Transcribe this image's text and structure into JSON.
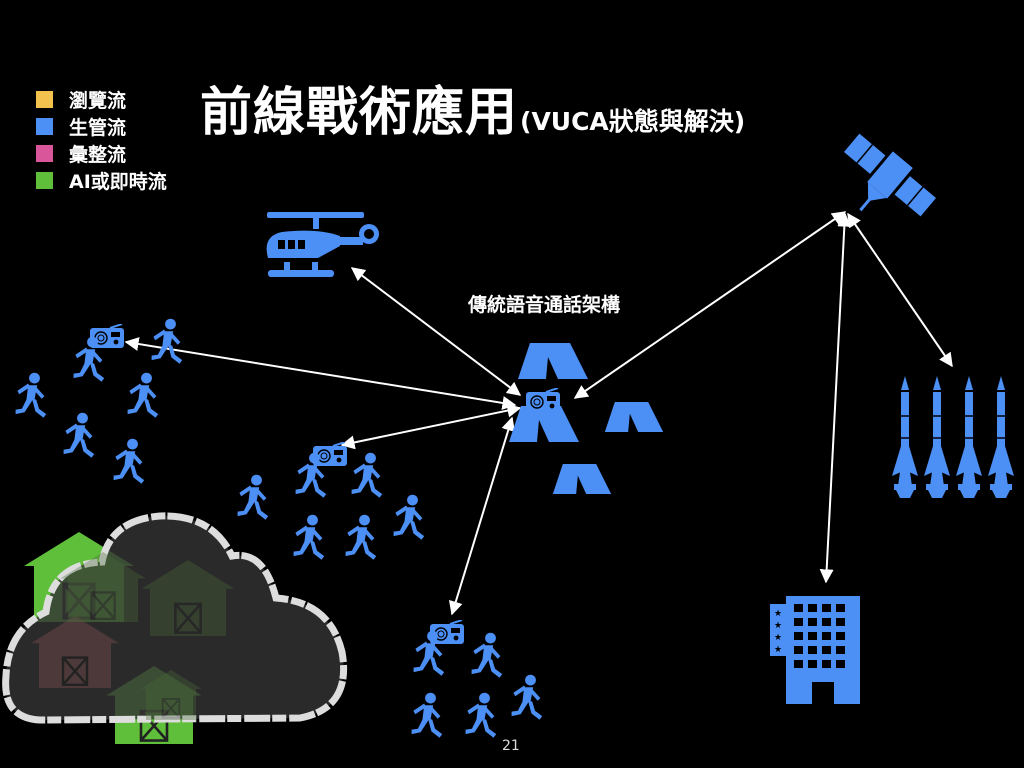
{
  "legend": [
    {
      "label": "瀏覽流",
      "color": "#f2c14e"
    },
    {
      "label": "生管流",
      "color": "#4c8ff5"
    },
    {
      "label": "彙整流",
      "color": "#d9569a"
    },
    {
      "label": "AI或即時流",
      "color": "#5fbf3a"
    }
  ],
  "title": {
    "main": "前線戰術應用",
    "sub": "(VUCA狀態與解決)"
  },
  "architecture_label": "傳統語音通話架構",
  "page_number": "21",
  "colors": {
    "icon_blue": "#4c8ff5",
    "background": "#000000",
    "arrow": "#ffffff",
    "cloud": "#3a3a3a",
    "green": "#5fbf3a"
  },
  "icons": [
    "helicopter-icon",
    "satellite-icon",
    "radio-icon",
    "tent-icon",
    "running-soldier-icon",
    "rocket-icon",
    "building-icon",
    "barn-icon",
    "cloud-icon"
  ]
}
